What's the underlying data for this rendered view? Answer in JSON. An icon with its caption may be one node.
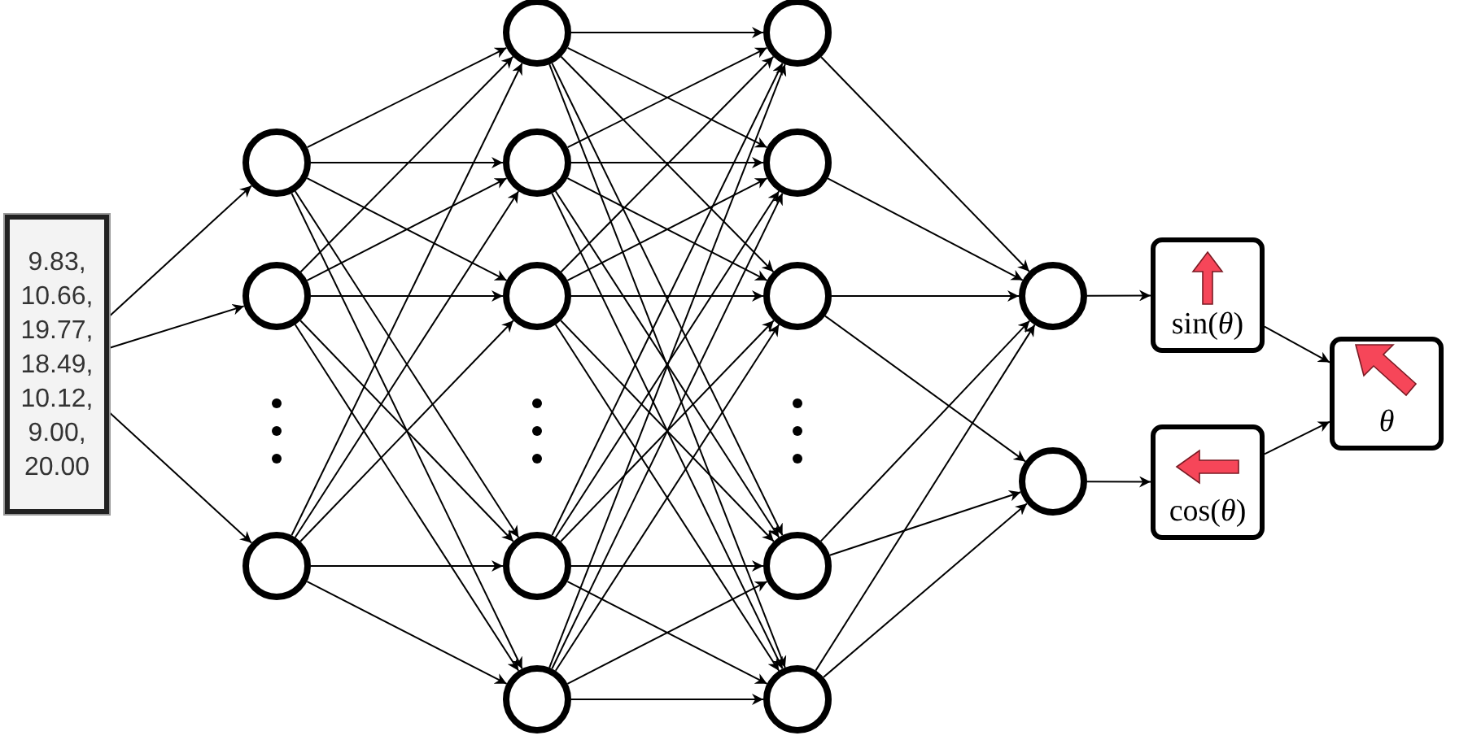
{
  "diagram": {
    "nodes": [
      {
        "text": [
          "9.83, 10.66, 19.77, 18.49, 10.12, 9.00, 20.00"
        ]
      },
      {
        "text": [],
        "shape": "circle"
      },
      {
        "text": [],
        "shape": "circle"
      },
      {
        "text": [],
        "shape": "circle"
      },
      {
        "text": [],
        "shape": "circle"
      },
      {
        "text": [],
        "shape": "circle"
      },
      {
        "text": [],
        "shape": "circle"
      },
      {
        "text": [],
        "shape": "circle"
      },
      {
        "text": [],
        "shape": "circle"
      },
      {
        "text": [],
        "shape": "circle"
      },
      {
        "text": [],
        "shape": "circle"
      },
      {
        "text": [],
        "shape": "circle"
      },
      {
        "text": [],
        "shape": "circle"
      },
      {
        "text": [],
        "shape": "circle"
      },
      {
        "text": [],
        "shape": "circle"
      },
      {
        "text": [],
        "shape": "circle"
      },
      {
        "text": [
          "sin(*θ*)"
        ]
      },
      {
        "text": [
          "cos(*θ*)"
        ]
      },
      {
        "text": [
          "θ"
        ]
      }
    ],
    "edges": [
      {
        "from": 0,
        "to": 1,
        "arrow": "to"
      },
      {
        "from": 0,
        "to": 2,
        "arrow": "to"
      },
      {
        "from": 0,
        "to": 3,
        "arrow": "to"
      },
      {
        "from": 1,
        "to": 4,
        "arrow": "to"
      },
      {
        "from": 1,
        "to": 5,
        "arrow": "to"
      },
      {
        "from": 1,
        "to": 6,
        "arrow": "to"
      },
      {
        "from": 1,
        "to": 7,
        "arrow": "to"
      },
      {
        "from": 1,
        "to": 8,
        "arrow": "to"
      },
      {
        "from": 2,
        "to": 4,
        "arrow": "to"
      },
      {
        "from": 2,
        "to": 5,
        "arrow": "to"
      },
      {
        "from": 2,
        "to": 6,
        "arrow": "to"
      },
      {
        "from": 2,
        "to": 7,
        "arrow": "to"
      },
      {
        "from": 2,
        "to": 8,
        "arrow": "to"
      },
      {
        "from": 3,
        "to": 4,
        "arrow": "to"
      },
      {
        "from": 3,
        "to": 5,
        "arrow": "to"
      },
      {
        "from": 3,
        "to": 6,
        "arrow": "to"
      },
      {
        "from": 3,
        "to": 7,
        "arrow": "to"
      },
      {
        "from": 3,
        "to": 8,
        "arrow": "to"
      },
      {
        "from": 4,
        "to": 9,
        "arrow": "to"
      },
      {
        "from": 4,
        "to": 10,
        "arrow": "to"
      },
      {
        "from": 4,
        "to": 11,
        "arrow": "to"
      },
      {
        "from": 4,
        "to": 12,
        "arrow": "to"
      },
      {
        "from": 4,
        "to": 13,
        "arrow": "to"
      },
      {
        "from": 5,
        "to": 9,
        "arrow": "to"
      },
      {
        "from": 5,
        "to": 10,
        "arrow": "to"
      },
      {
        "from": 5,
        "to": 11,
        "arrow": "to"
      },
      {
        "from": 5,
        "to": 12,
        "arrow": "to"
      },
      {
        "from": 5,
        "to": 13,
        "arrow": "to"
      },
      {
        "from": 6,
        "to": 9,
        "arrow": "to"
      },
      {
        "from": 6,
        "to": 10,
        "arrow": "to"
      },
      {
        "from": 6,
        "to": 11,
        "arrow": "to"
      },
      {
        "from": 6,
        "to": 12,
        "arrow": "to"
      },
      {
        "from": 6,
        "to": 13,
        "arrow": "to"
      },
      {
        "from": 7,
        "to": 9,
        "arrow": "to"
      },
      {
        "from": 7,
        "to": 10,
        "arrow": "to"
      },
      {
        "from": 7,
        "to": 11,
        "arrow": "to"
      },
      {
        "from": 7,
        "to": 12,
        "arrow": "to"
      },
      {
        "from": 7,
        "to": 13,
        "arrow": "to"
      },
      {
        "from": 8,
        "to": 9,
        "arrow": "to"
      },
      {
        "from": 8,
        "to": 10,
        "arrow": "to"
      },
      {
        "from": 8,
        "to": 11,
        "arrow": "to"
      },
      {
        "from": 8,
        "to": 12,
        "arrow": "to"
      },
      {
        "from": 8,
        "to": 13,
        "arrow": "to"
      },
      {
        "from": 9,
        "to": 14,
        "arrow": "to"
      },
      {
        "from": 10,
        "to": 14,
        "arrow": "to"
      },
      {
        "from": 11,
        "to": 14,
        "arrow": "to"
      },
      {
        "from": 11,
        "to": 15,
        "arrow": "to"
      },
      {
        "from": 12,
        "to": 14,
        "arrow": "to"
      },
      {
        "from": 12,
        "to": 15,
        "arrow": "to"
      },
      {
        "from": 13,
        "to": 14,
        "arrow": "to"
      },
      {
        "from": 13,
        "to": 15,
        "arrow": "to"
      },
      {
        "from": 14,
        "to": 16,
        "arrow": "to"
      },
      {
        "from": 15,
        "to": 17,
        "arrow": "to"
      },
      {
        "from": 16,
        "to": 18,
        "arrow": "to"
      },
      {
        "from": 17,
        "to": 18,
        "arrow": "to"
      }
    ]
  }
}
